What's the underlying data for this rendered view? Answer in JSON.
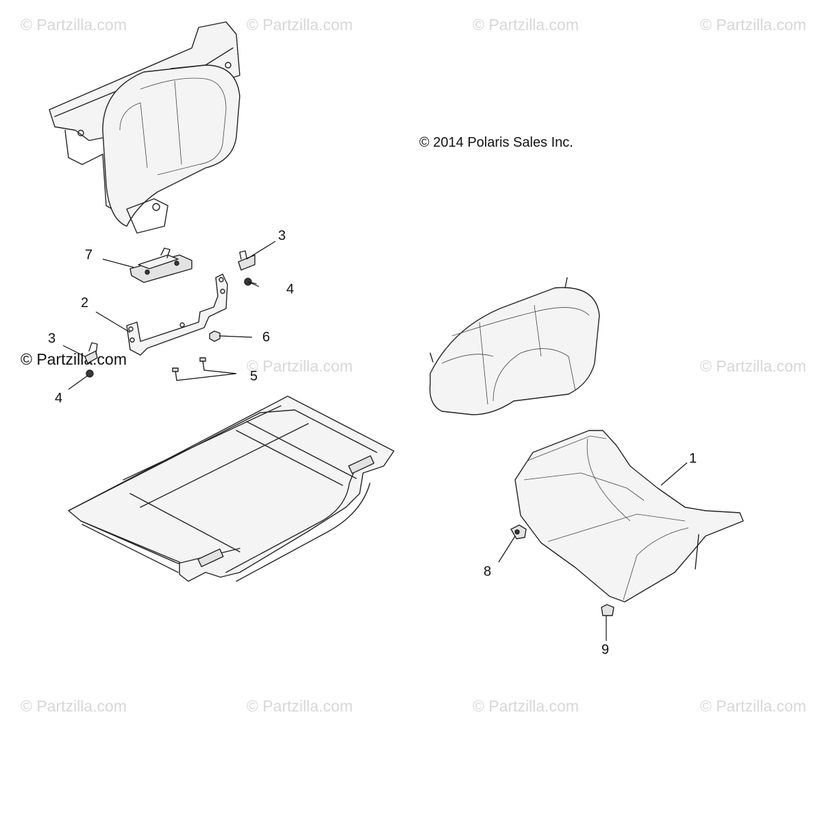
{
  "copyright": "© 2014 Polaris Sales Inc.",
  "watermark": "© Partzilla.com",
  "callouts": {
    "c1": "1",
    "c2": "2",
    "c3a": "3",
    "c3b": "3",
    "c4a": "4",
    "c4b": "4",
    "c5": "5",
    "c6": "6",
    "c7": "7",
    "c8": "8",
    "c9": "9"
  },
  "colors": {
    "line": "#222222",
    "watermark": "#d7d7d7",
    "background": "#ffffff"
  }
}
